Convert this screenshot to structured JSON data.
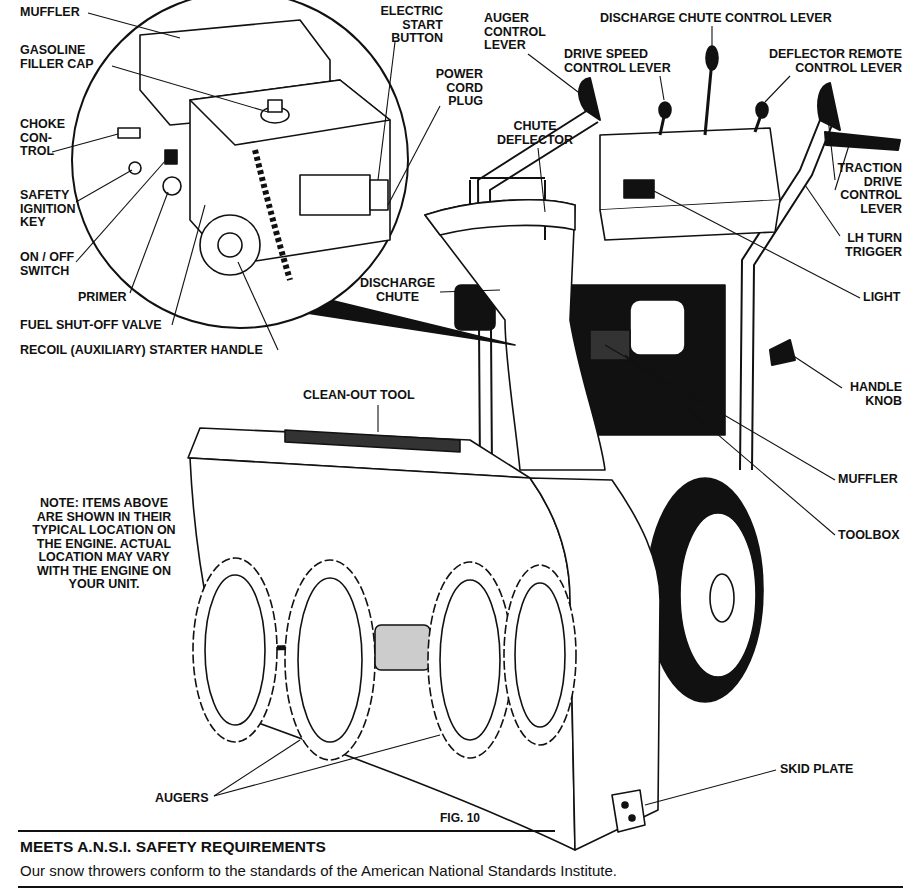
{
  "diagram": {
    "caption": "FIG. 10",
    "labels": [
      "MUFFLER",
      "GASOLINE FILLER CAP",
      "CHOKE CON- TROL",
      "SAFETY IGNITION KEY",
      "ON / OFF SWITCH",
      "PRIMER",
      "FUEL SHUT-OFF VALVE",
      "RECOIL (AUXILIARY) STARTER HANDLE",
      "ELECTRIC START BUTTON",
      "POWER CORD PLUG",
      "AUGER CONTROL LEVER",
      "DISCHARGE CHUTE CONTROL LEVER",
      "DRIVE SPEED CONTROL LEVER",
      "DEFLECTOR REMOTE CONTROL LEVER",
      "CHUTE DEFLECTOR",
      "TRACTION DRIVE CONTROL LEVER",
      "LH TURN TRIGGER",
      "DISCHARGE CHUTE",
      "LIGHT",
      "HANDLE KNOB",
      "CLEAN-OUT TOOL",
      "NOTE: ITEMS ABOVE ARE SHOWN IN THEIR TYPICAL LOCATION ON THE ENGINE. ACTUAL LOCATION MAY VARY WITH THE ENGINE ON YOUR UNIT.",
      "MUFFLER",
      "TOOLBOX",
      "SKID PLATE",
      "AUGERS",
      "MEETS A.N.S.I. SAFETY REQUIREMENTS",
      "Our snow throwers conform to the standards of the American National Standards Institute."
    ]
  }
}
